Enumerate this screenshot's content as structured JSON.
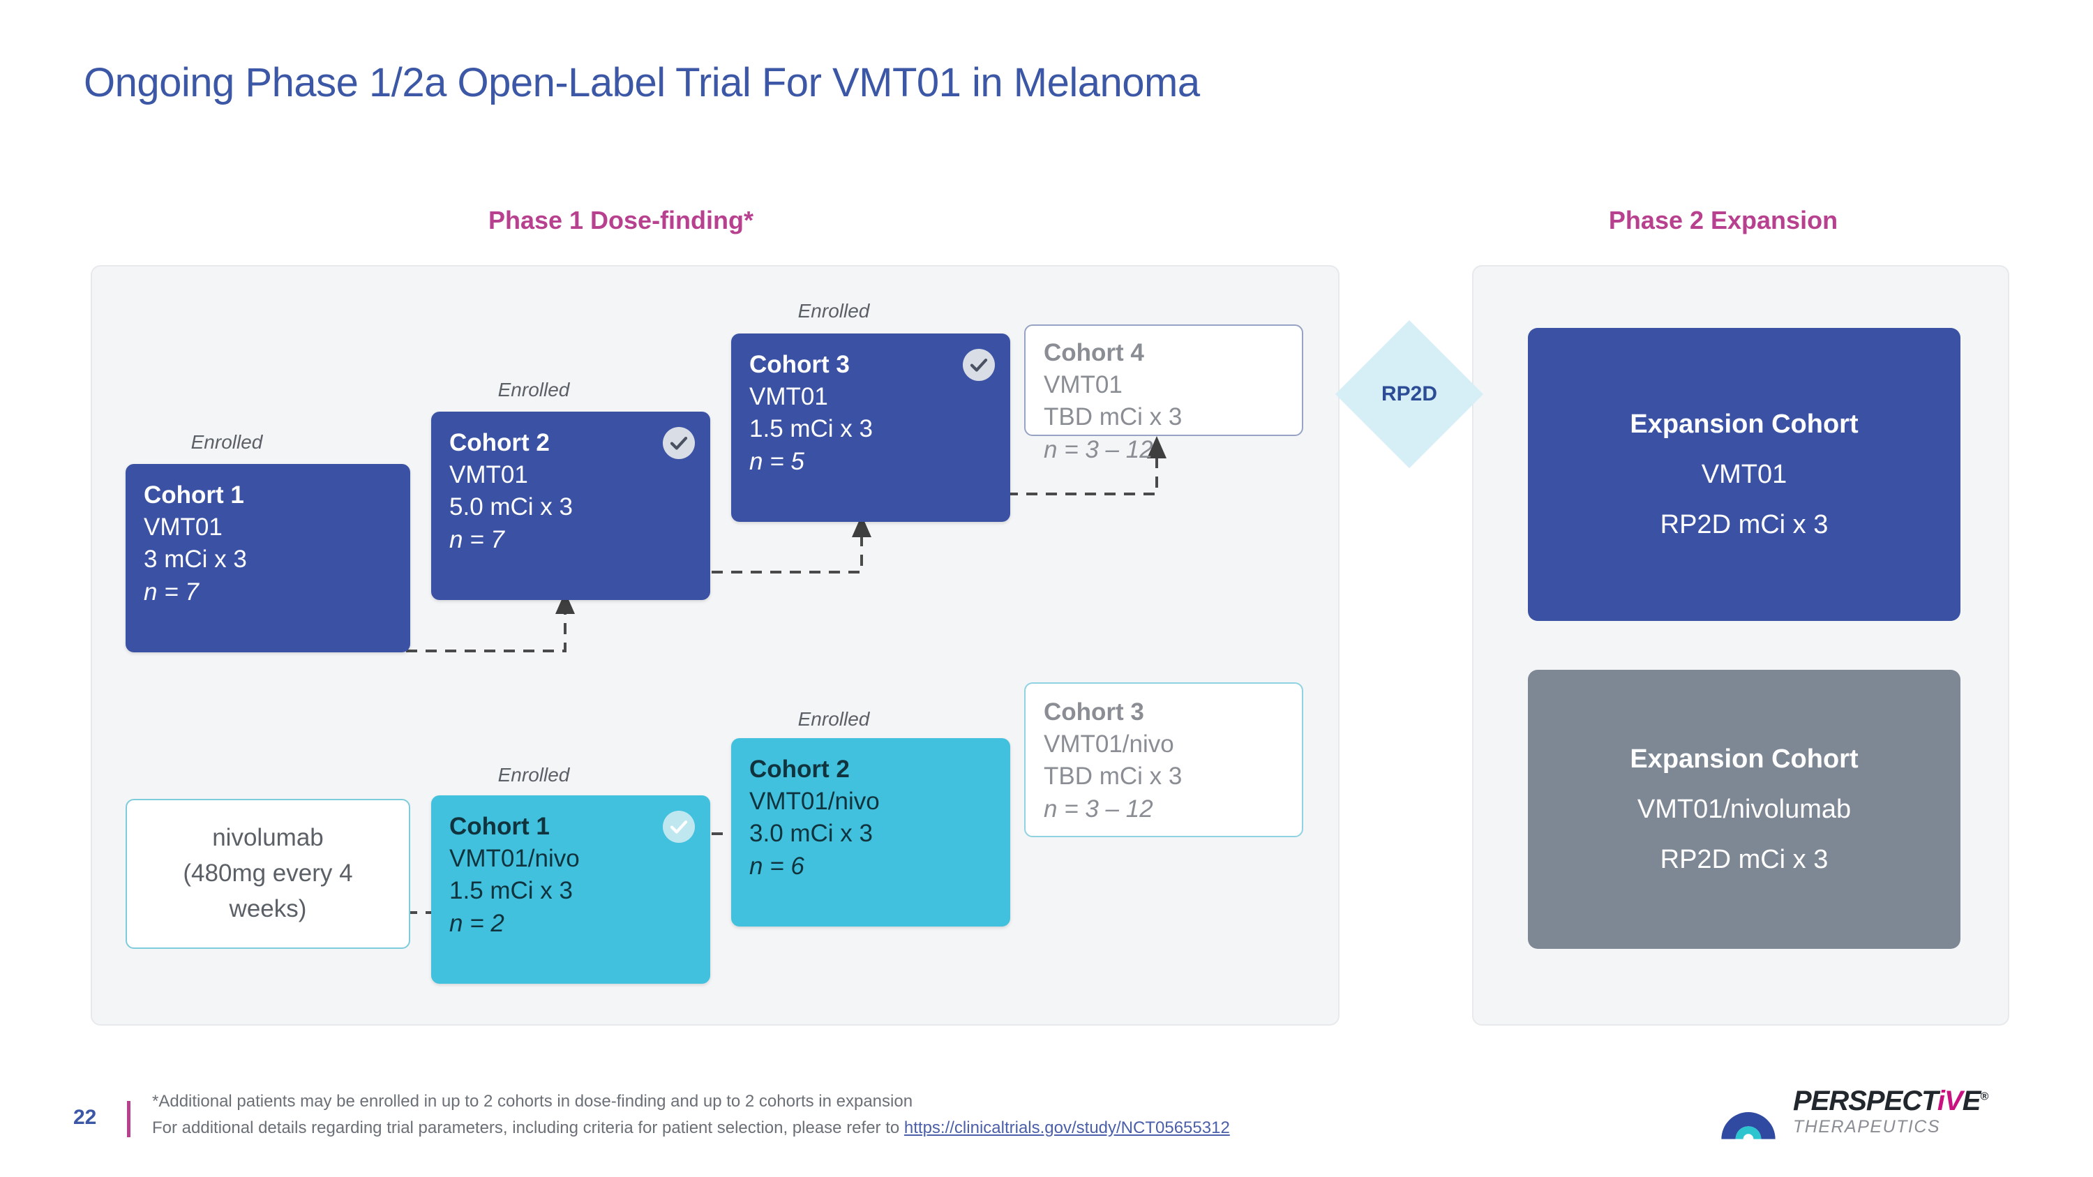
{
  "slide": {
    "title": "Ongoing Phase 1/2a Open-Label Trial For VMT01 in Melanoma",
    "page_number": "22"
  },
  "colors": {
    "title_blue": "#3b57a5",
    "header_magenta": "#b8418f",
    "cohort_blue": "#3b52a4",
    "cohort_cyan": "#41c1dd",
    "expansion_gray": "#7e8794",
    "panel_bg": "#f4f5f7",
    "rp2d_diamond": "#d6eff6",
    "logo_accent": "#c9127f"
  },
  "phase1": {
    "header": "Phase 1 Dose-finding*",
    "enrolled_label": "Enrolled",
    "monotherapy_arm": [
      {
        "title": "Cohort 1",
        "drug": "VMT01",
        "dose": "3 mCi x 3",
        "n": "n = 7",
        "enrolled": true,
        "checkmark": false,
        "style": "filled-blue"
      },
      {
        "title": "Cohort 2",
        "drug": "VMT01",
        "dose": "5.0 mCi x 3",
        "n": "n = 7",
        "enrolled": true,
        "checkmark": true,
        "style": "filled-blue"
      },
      {
        "title": "Cohort 3",
        "drug": "VMT01",
        "dose": "1.5 mCi x 3",
        "n": "n = 5",
        "enrolled": true,
        "checkmark": true,
        "style": "filled-blue"
      },
      {
        "title": "Cohort 4",
        "drug": "VMT01",
        "dose": "TBD mCi x 3",
        "n": "n = 3 – 12",
        "enrolled": false,
        "checkmark": false,
        "style": "outline-blue"
      }
    ],
    "combination_arm": [
      {
        "title": "nivolumab",
        "detail_line_1": "nivolumab",
        "detail_line_2": "(480mg every 4",
        "detail_line_3": "weeks)",
        "style": "outline-cyan-plain"
      },
      {
        "title": "Cohort 1",
        "drug": "VMT01/nivo",
        "dose": "1.5 mCi x 3",
        "n": "n = 2",
        "enrolled": true,
        "checkmark": true,
        "style": "filled-cyan"
      },
      {
        "title": "Cohort 2",
        "drug": "VMT01/nivo",
        "dose": "3.0 mCi x 3",
        "n": "n = 6",
        "enrolled": true,
        "checkmark": false,
        "style": "filled-cyan"
      },
      {
        "title": "Cohort 3",
        "drug": "VMT01/nivo",
        "dose": "TBD mCi x 3",
        "n": "n = 3 – 12",
        "enrolled": false,
        "checkmark": false,
        "style": "outline-cyan"
      }
    ]
  },
  "transition": {
    "label": "RP2D"
  },
  "phase2": {
    "header": "Phase 2 Expansion",
    "cohorts": [
      {
        "title": "Expansion Cohort",
        "drug": "VMT01",
        "dose": "RP2D mCi x 3",
        "style": "filled-blue"
      },
      {
        "title": "Expansion Cohort",
        "drug": "VMT01/nivolumab",
        "dose": "RP2D mCi x 3",
        "style": "filled-gray"
      }
    ]
  },
  "footer": {
    "footnote_1": "*Additional patients may be enrolled in up to 2 cohorts in dose-finding and up to 2 cohorts in expansion",
    "footnote_2_prefix": "For additional details regarding trial parameters, including criteria for patient selection, please refer to ",
    "footnote_2_link": "https://clinicaltrials.gov/study/NCT05655312"
  },
  "logo": {
    "name_part_1": "PERSPECT",
    "name_part_i": "i",
    "name_part_v": "V",
    "name_part_e": "E",
    "registered": "®",
    "subtitle": "THERAPEUTICS"
  }
}
